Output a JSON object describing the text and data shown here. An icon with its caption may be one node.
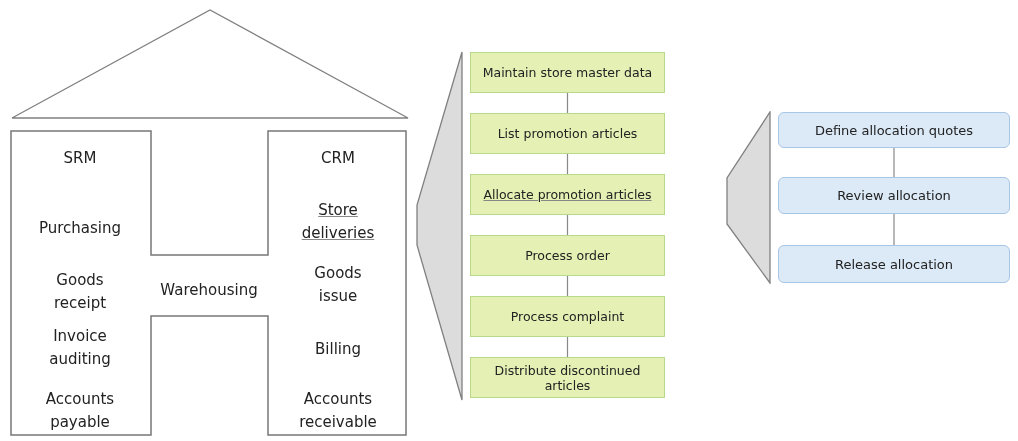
{
  "diagram": {
    "nodes": [
      {
        "text": [
          "SRM",
          "Purchasing",
          "Goods receipt",
          "Invoice auditing",
          "Accounts payable",
          "Warehousing",
          "CRM",
          "Store deliveries",
          "Goods issue",
          "Billing",
          "Accounts receivable"
        ]
      },
      {
        "text": [
          "Maintain store master data"
        ]
      },
      {
        "text": [
          "List promotion articles"
        ]
      },
      {
        "text": [
          "Allocate promotion articles"
        ]
      },
      {
        "text": [
          "Process order"
        ]
      },
      {
        "text": [
          "Process complaint"
        ]
      },
      {
        "text": [
          "Distribute discontinued articles"
        ]
      },
      {
        "text": [
          "Define allocation quotes"
        ]
      },
      {
        "text": [
          "Review allocation"
        ]
      },
      {
        "text": [
          "Release allocation"
        ]
      },
      {
        "text": [],
        "shape": "triangle"
      },
      {
        "text": [],
        "shape": "trapezoid"
      },
      {
        "text": [],
        "shape": "trapezoid"
      }
    ],
    "edges": [
      {
        "from": 1,
        "to": 2,
        "arrow": "none"
      },
      {
        "from": 2,
        "to": 3,
        "arrow": "none"
      },
      {
        "from": 3,
        "to": 4,
        "arrow": "none"
      },
      {
        "from": 4,
        "to": 5,
        "arrow": "none"
      },
      {
        "from": 5,
        "to": 6,
        "arrow": "none"
      },
      {
        "from": 7,
        "to": 8,
        "arrow": "none"
      },
      {
        "from": 8,
        "to": 9,
        "arrow": "none"
      }
    ]
  }
}
